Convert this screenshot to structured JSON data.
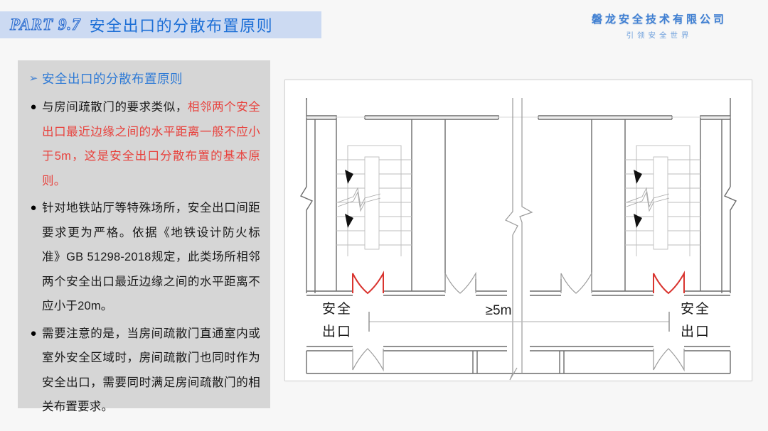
{
  "header": {
    "part_label": "PART 9.7",
    "title": "安全出口的分散布置原则",
    "banner_color": "#ccdaf2",
    "title_color": "#1d6fd6"
  },
  "brand": {
    "name": "磐龙安全技术有限公司",
    "tagline": "引领安全世界",
    "color": "#3f7fd2"
  },
  "content": {
    "subheading": {
      "bullet_icon": "➢",
      "text": "安全出口的分散布置原则"
    },
    "bullets": [
      {
        "icon": "●",
        "lead": "与房间疏散门的要求类似，",
        "highlight": "相邻两个安全出口最近边缘之间的水平距离一般不应小于5m，这是安全出口分散布置的基本原则。",
        "highlight_color": "#e8413c"
      },
      {
        "icon": "●",
        "lead": "针对地铁站厅等特殊场所，安全出口间距要求更为严格。依据《地铁设计防火标准》GB 51298-2018规定，此类场所相邻两个安全出口最近边缘之间的水平距离不应小于20m。",
        "highlight": "",
        "highlight_color": ""
      },
      {
        "icon": "●",
        "lead": "需要注意的是，当房间疏散门直通室内或室外安全区域时，房间疏散门也同时作为安全出口，需要同时满足房间疏散门的相关布置要求。",
        "highlight": "",
        "highlight_color": ""
      }
    ]
  },
  "diagram": {
    "caption_left": "安全\n出口",
    "caption_left_line1": "安全",
    "caption_left_line2": "出口",
    "caption_right_line1": "安全",
    "caption_right_line2": "出口",
    "dimension": "≥5m",
    "exit_door_color": "#d9342f",
    "wall_color": "#6b6b6b",
    "thin_line_color": "#b9b9b9"
  }
}
